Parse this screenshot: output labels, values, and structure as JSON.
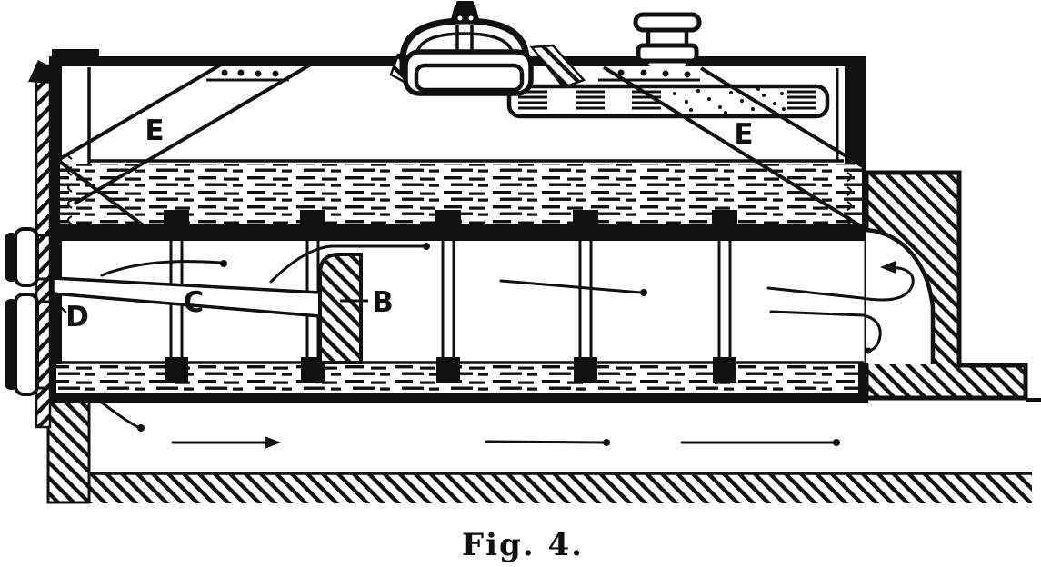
{
  "figure": {
    "caption": "Fig. 4.",
    "labels": {
      "brace_left": "E",
      "brace_right": "E",
      "rod": "C",
      "baffle": "B",
      "drain": "D"
    },
    "ink_color": "#101010",
    "paper_color": "#ffffff"
  }
}
